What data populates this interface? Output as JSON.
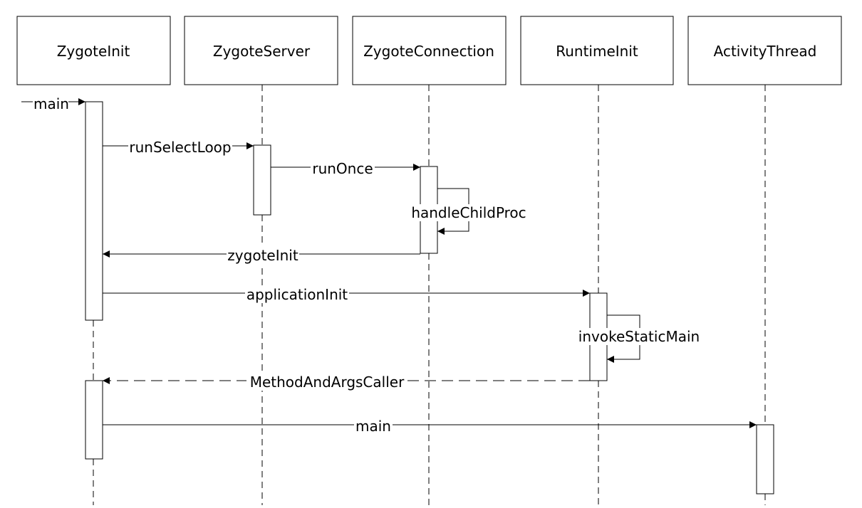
{
  "diagram": {
    "participants": [
      {
        "id": "zygoteinit",
        "label": "ZygoteInit"
      },
      {
        "id": "zygoteserver",
        "label": "ZygoteServer"
      },
      {
        "id": "zygoteconnection",
        "label": "ZygoteConnection"
      },
      {
        "id": "runtimeinit",
        "label": "RuntimeInit"
      },
      {
        "id": "activitythread",
        "label": "ActivityThread"
      }
    ],
    "messages": [
      {
        "id": "main-entry",
        "label": "main",
        "from": null,
        "to": "zygoteinit",
        "style": "solid"
      },
      {
        "id": "run-select-loop",
        "label": "runSelectLoop",
        "from": "zygoteinit",
        "to": "zygoteserver",
        "style": "solid"
      },
      {
        "id": "run-once",
        "label": "runOnce",
        "from": "zygoteserver",
        "to": "zygoteconnection",
        "style": "solid"
      },
      {
        "id": "handle-child-proc",
        "label": "handleChildProc",
        "from": "zygoteconnection",
        "to": "zygoteconnection",
        "style": "self"
      },
      {
        "id": "zygote-init",
        "label": "zygoteInit",
        "from": "zygoteconnection",
        "to": "zygoteinit",
        "style": "solid"
      },
      {
        "id": "application-init",
        "label": "applicationInit",
        "from": "zygoteinit",
        "to": "runtimeinit",
        "style": "solid"
      },
      {
        "id": "invoke-static-main",
        "label": "invokeStaticMain",
        "from": "runtimeinit",
        "to": "runtimeinit",
        "style": "self"
      },
      {
        "id": "method-and-args-caller",
        "label": "MethodAndArgsCaller",
        "from": "runtimeinit",
        "to": "zygoteinit",
        "style": "dashed"
      },
      {
        "id": "main-activity",
        "label": "main",
        "from": "zygoteinit",
        "to": "activitythread",
        "style": "solid"
      }
    ]
  }
}
